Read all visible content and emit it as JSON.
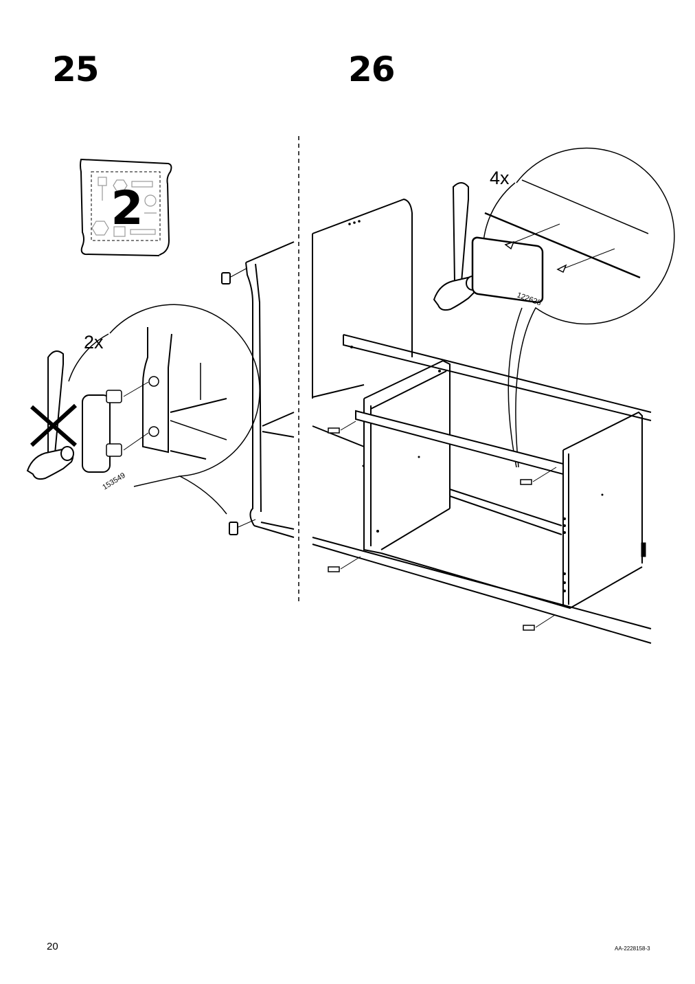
{
  "page": {
    "page_number": "20",
    "document_code": "AA-2228158-3"
  },
  "steps": [
    {
      "number": "25",
      "bag_number": "2",
      "quantity": "2x",
      "part_number": "153549",
      "tool_icon": "hammer-crossed-out-icon"
    },
    {
      "number": "26",
      "quantity": "4x",
      "part_number": "122628",
      "tool_icon": "hammer-icon"
    }
  ]
}
